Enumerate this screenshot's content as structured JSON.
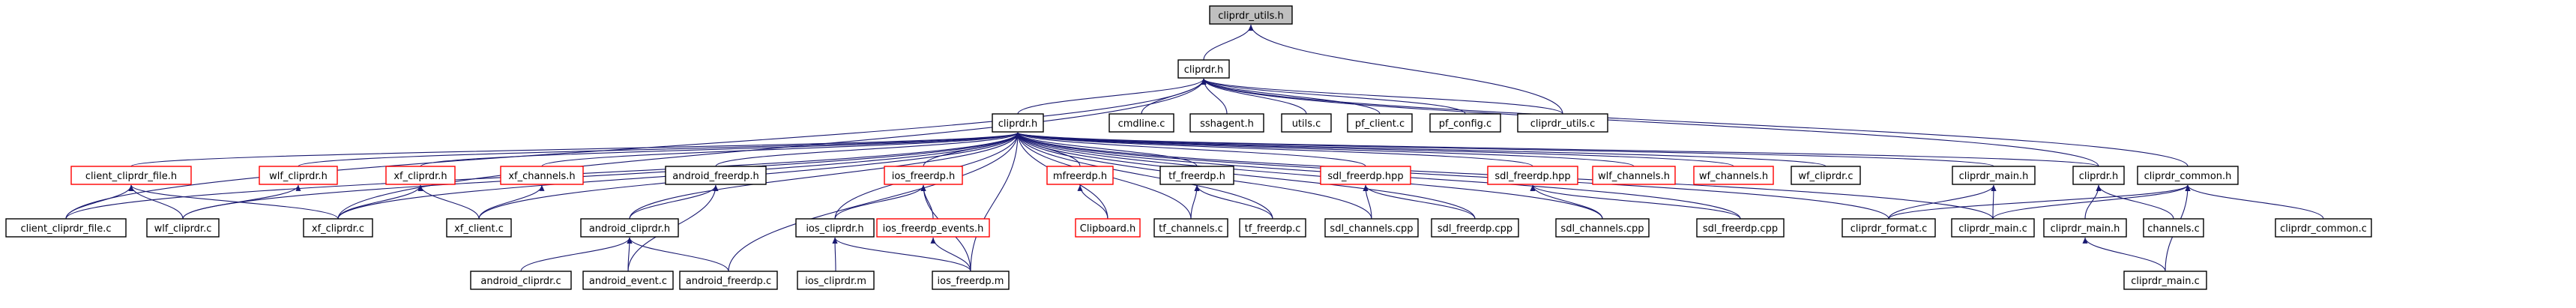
{
  "colors": {
    "edge": "#191970",
    "node_border": "#000000",
    "undocumented_border": "#ff0000",
    "root_fill": "#bfbfbf",
    "node_fill": "#ffffff",
    "background": "#ffffff"
  },
  "nodes": [
    {
      "id": "clipdr_utils_h",
      "label": "cliprdr_utils.h",
      "style": "root"
    },
    {
      "id": "cliprdr_h_a",
      "label": "cliprdr.h",
      "style": "normal"
    },
    {
      "id": "cliprdr_h_b",
      "label": "cliprdr.h",
      "style": "normal"
    },
    {
      "id": "cmdline_c",
      "label": "cmdline.c",
      "style": "normal"
    },
    {
      "id": "sshagent_h",
      "label": "sshagent.h",
      "style": "normal"
    },
    {
      "id": "utils_c",
      "label": "utils.c",
      "style": "normal"
    },
    {
      "id": "pf_client_c",
      "label": "pf_client.c",
      "style": "normal"
    },
    {
      "id": "pf_config_c",
      "label": "pf_config.c",
      "style": "normal"
    },
    {
      "id": "cliprdr_utils_c",
      "label": "cliprdr_utils.c",
      "style": "normal"
    },
    {
      "id": "client_cliprdr_file_h",
      "label": "client_cliprdr_file.h",
      "style": "undocumented"
    },
    {
      "id": "wlf_cliprdr_h",
      "label": "wlf_cliprdr.h",
      "style": "undocumented"
    },
    {
      "id": "xf_cliprdr_h",
      "label": "xf_cliprdr.h",
      "style": "undocumented"
    },
    {
      "id": "xf_channels_h",
      "label": "xf_channels.h",
      "style": "undocumented"
    },
    {
      "id": "android_freerdp_h",
      "label": "android_freerdp.h",
      "style": "normal"
    },
    {
      "id": "ios_freerdp_h",
      "label": "ios_freerdp.h",
      "style": "undocumented"
    },
    {
      "id": "mfreerdp_h",
      "label": "mfreerdp.h",
      "style": "undocumented"
    },
    {
      "id": "tf_freerdp_h",
      "label": "tf_freerdp.h",
      "style": "normal"
    },
    {
      "id": "sdl_freerdp_hpp_a",
      "label": "sdl_freerdp.hpp",
      "style": "undocumented"
    },
    {
      "id": "sdl_freerdp_hpp_b",
      "label": "sdl_freerdp.hpp",
      "style": "undocumented"
    },
    {
      "id": "wlf_channels_h",
      "label": "wlf_channels.h",
      "style": "undocumented"
    },
    {
      "id": "wf_channels_h",
      "label": "wf_channels.h",
      "style": "undocumented"
    },
    {
      "id": "wf_cliprdr_c",
      "label": "wf_cliprdr.c",
      "style": "normal"
    },
    {
      "id": "cliprdr_main_h_a",
      "label": "cliprdr_main.h",
      "style": "normal"
    },
    {
      "id": "cliprdr_h_c",
      "label": "cliprdr.h",
      "style": "normal"
    },
    {
      "id": "cliprdr_common_h",
      "label": "cliprdr_common.h",
      "style": "normal"
    },
    {
      "id": "client_cliprdr_file_c",
      "label": "client_cliprdr_file.c",
      "style": "normal"
    },
    {
      "id": "wlf_cliprdr_c",
      "label": "wlf_cliprdr.c",
      "style": "normal"
    },
    {
      "id": "xf_cliprdr_c",
      "label": "xf_cliprdr.c",
      "style": "normal"
    },
    {
      "id": "xf_client_c",
      "label": "xf_client.c",
      "style": "normal"
    },
    {
      "id": "android_cliprdr_h",
      "label": "android_cliprdr.h",
      "style": "normal"
    },
    {
      "id": "android_freerdp_c",
      "label": "android_freerdp.c",
      "style": "normal"
    },
    {
      "id": "ios_cliprdr_h",
      "label": "ios_cliprdr.h",
      "style": "normal"
    },
    {
      "id": "ios_freerdp_events_h",
      "label": "ios_freerdp_events.h",
      "style": "undocumented"
    },
    {
      "id": "clipboard_h",
      "label": "Clipboard.h",
      "style": "undocumented"
    },
    {
      "id": "tf_channels_c",
      "label": "tf_channels.c",
      "style": "normal"
    },
    {
      "id": "tf_freerdp_c",
      "label": "tf_freerdp.c",
      "style": "normal"
    },
    {
      "id": "sdl_channels_cpp_a",
      "label": "sdl_channels.cpp",
      "style": "normal"
    },
    {
      "id": "sdl_freerdp_cpp_a",
      "label": "sdl_freerdp.cpp",
      "style": "normal"
    },
    {
      "id": "sdl_channels_cpp_b",
      "label": "sdl_channels.cpp",
      "style": "normal"
    },
    {
      "id": "sdl_freerdp_cpp_b",
      "label": "sdl_freerdp.cpp",
      "style": "normal"
    },
    {
      "id": "cliprdr_format_c",
      "label": "cliprdr_format.c",
      "style": "normal"
    },
    {
      "id": "cliprdr_main_c_a",
      "label": "cliprdr_main.c",
      "style": "normal"
    },
    {
      "id": "cliprdr_main_h_b",
      "label": "cliprdr_main.h",
      "style": "normal"
    },
    {
      "id": "channels_c",
      "label": "channels.c",
      "style": "normal"
    },
    {
      "id": "cliprdr_common_c",
      "label": "cliprdr_common.c",
      "style": "normal"
    },
    {
      "id": "android_cliprdr_c",
      "label": "android_cliprdr.c",
      "style": "normal"
    },
    {
      "id": "android_event_c",
      "label": "android_event.c",
      "style": "normal"
    },
    {
      "id": "ios_cliprdr_m",
      "label": "ios_cliprdr.m",
      "style": "normal"
    },
    {
      "id": "ios_freerdp_m",
      "label": "ios_freerdp.m",
      "style": "normal"
    },
    {
      "id": "cliprdr_main_c_b",
      "label": "cliprdr_main.c",
      "style": "normal"
    }
  ],
  "edges": [
    [
      "cliprdr_h_a",
      "clipdr_utils_h"
    ],
    [
      "cliprdr_utils_c",
      "clipdr_utils_h"
    ],
    [
      "cliprdr_h_b",
      "cliprdr_h_a"
    ],
    [
      "cmdline_c",
      "cliprdr_h_a"
    ],
    [
      "sshagent_h",
      "cliprdr_h_a"
    ],
    [
      "utils_c",
      "cliprdr_h_a"
    ],
    [
      "pf_client_c",
      "cliprdr_h_a"
    ],
    [
      "pf_config_c",
      "cliprdr_h_a"
    ],
    [
      "cliprdr_utils_c",
      "cliprdr_h_a"
    ],
    [
      "client_cliprdr_file_c",
      "cliprdr_h_a"
    ],
    [
      "xf_cliprdr_c",
      "cliprdr_h_a"
    ],
    [
      "cliprdr_h_c",
      "cliprdr_h_a"
    ],
    [
      "cliprdr_common_h",
      "cliprdr_h_a"
    ],
    [
      "client_cliprdr_file_h",
      "cliprdr_h_b"
    ],
    [
      "wlf_cliprdr_h",
      "cliprdr_h_b"
    ],
    [
      "xf_cliprdr_h",
      "cliprdr_h_b"
    ],
    [
      "xf_channels_h",
      "cliprdr_h_b"
    ],
    [
      "android_freerdp_h",
      "cliprdr_h_b"
    ],
    [
      "ios_freerdp_h",
      "cliprdr_h_b"
    ],
    [
      "mfreerdp_h",
      "cliprdr_h_b"
    ],
    [
      "tf_freerdp_h",
      "cliprdr_h_b"
    ],
    [
      "sdl_freerdp_hpp_a",
      "cliprdr_h_b"
    ],
    [
      "sdl_freerdp_hpp_b",
      "cliprdr_h_b"
    ],
    [
      "wlf_channels_h",
      "cliprdr_h_b"
    ],
    [
      "wf_channels_h",
      "cliprdr_h_b"
    ],
    [
      "wf_cliprdr_c",
      "cliprdr_h_b"
    ],
    [
      "cliprdr_main_h_a",
      "cliprdr_h_b"
    ],
    [
      "cliprdr_h_c",
      "cliprdr_h_b"
    ],
    [
      "client_cliprdr_file_c",
      "cliprdr_h_b"
    ],
    [
      "wlf_cliprdr_c",
      "cliprdr_h_b"
    ],
    [
      "xf_cliprdr_c",
      "cliprdr_h_b"
    ],
    [
      "xf_client_c",
      "cliprdr_h_b"
    ],
    [
      "android_cliprdr_h",
      "cliprdr_h_b"
    ],
    [
      "android_freerdp_c",
      "cliprdr_h_b"
    ],
    [
      "ios_cliprdr_h",
      "cliprdr_h_b"
    ],
    [
      "clipboard_h",
      "cliprdr_h_b"
    ],
    [
      "tf_channels_c",
      "cliprdr_h_b"
    ],
    [
      "tf_freerdp_c",
      "cliprdr_h_b"
    ],
    [
      "sdl_channels_cpp_a",
      "cliprdr_h_b"
    ],
    [
      "sdl_freerdp_cpp_a",
      "cliprdr_h_b"
    ],
    [
      "sdl_channels_cpp_b",
      "cliprdr_h_b"
    ],
    [
      "sdl_freerdp_cpp_b",
      "cliprdr_h_b"
    ],
    [
      "cliprdr_format_c",
      "cliprdr_h_b"
    ],
    [
      "cliprdr_main_c_a",
      "cliprdr_h_b"
    ],
    [
      "ios_freerdp_m",
      "cliprdr_h_b"
    ],
    [
      "client_cliprdr_file_c",
      "client_cliprdr_file_h"
    ],
    [
      "wlf_cliprdr_c",
      "client_cliprdr_file_h"
    ],
    [
      "xf_cliprdr_c",
      "client_cliprdr_file_h"
    ],
    [
      "wlf_cliprdr_c",
      "wlf_cliprdr_h"
    ],
    [
      "xf_cliprdr_c",
      "xf_cliprdr_h"
    ],
    [
      "xf_client_c",
      "xf_cliprdr_h"
    ],
    [
      "xf_client_c",
      "xf_channels_h"
    ],
    [
      "android_cliprdr_h",
      "android_freerdp_h"
    ],
    [
      "android_event_c",
      "android_freerdp_h"
    ],
    [
      "android_cliprdr_c",
      "android_cliprdr_h"
    ],
    [
      "android_event_c",
      "android_cliprdr_h"
    ],
    [
      "android_freerdp_c",
      "android_cliprdr_h"
    ],
    [
      "ios_cliprdr_h",
      "ios_freerdp_h"
    ],
    [
      "ios_freerdp_events_h",
      "ios_freerdp_h"
    ],
    [
      "ios_freerdp_m",
      "ios_freerdp_h"
    ],
    [
      "ios_cliprdr_m",
      "ios_cliprdr_h"
    ],
    [
      "ios_freerdp_m",
      "ios_cliprdr_h"
    ],
    [
      "ios_freerdp_m",
      "ios_freerdp_events_h"
    ],
    [
      "clipboard_h",
      "mfreerdp_h"
    ],
    [
      "tf_channels_c",
      "tf_freerdp_h"
    ],
    [
      "tf_freerdp_c",
      "tf_freerdp_h"
    ],
    [
      "sdl_channels_cpp_a",
      "sdl_freerdp_hpp_a"
    ],
    [
      "sdl_freerdp_cpp_a",
      "sdl_freerdp_hpp_a"
    ],
    [
      "sdl_channels_cpp_b",
      "sdl_freerdp_hpp_b"
    ],
    [
      "sdl_freerdp_cpp_b",
      "sdl_freerdp_hpp_b"
    ],
    [
      "cliprdr_format_c",
      "cliprdr_main_h_a"
    ],
    [
      "cliprdr_main_c_a",
      "cliprdr_main_h_a"
    ],
    [
      "channels_c",
      "cliprdr_h_c"
    ],
    [
      "cliprdr_main_h_b",
      "cliprdr_h_c"
    ],
    [
      "cliprdr_format_c",
      "cliprdr_common_h"
    ],
    [
      "cliprdr_main_c_a",
      "cliprdr_common_h"
    ],
    [
      "cliprdr_common_c",
      "cliprdr_common_h"
    ],
    [
      "cliprdr_main_c_b",
      "cliprdr_common_h"
    ],
    [
      "cliprdr_main_c_b",
      "cliprdr_main_h_b"
    ]
  ]
}
